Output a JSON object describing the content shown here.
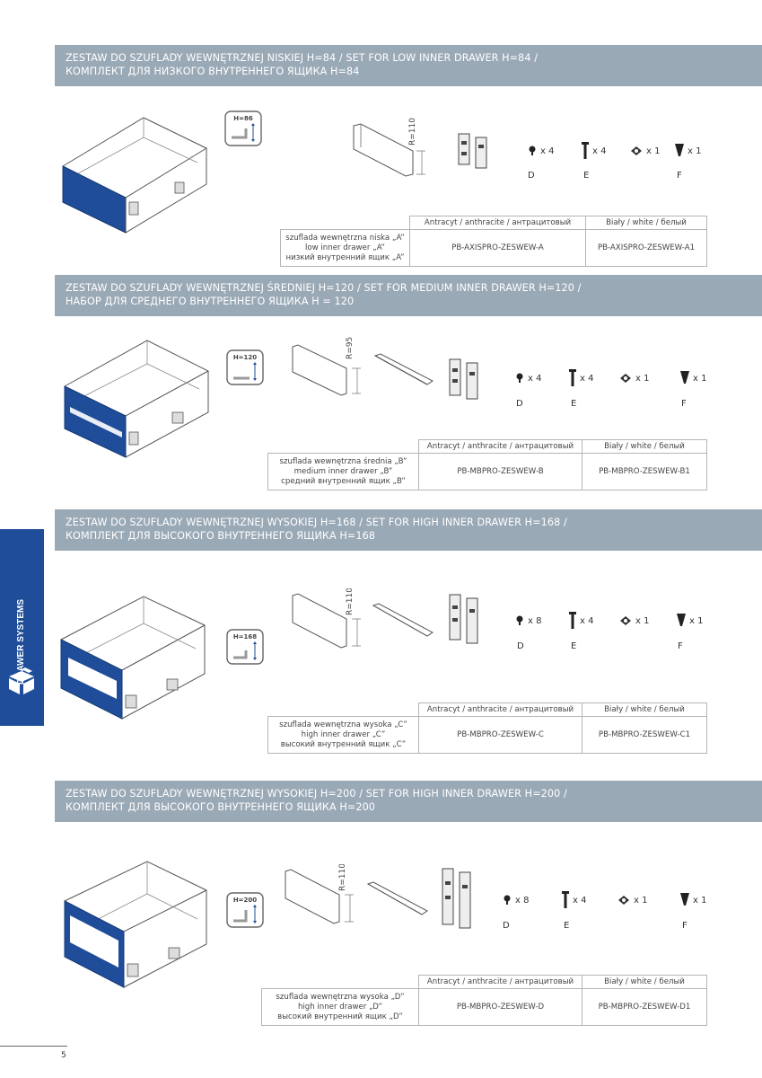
{
  "colors": {
    "header_bg": "#9aa9b6",
    "brand_blue": "#1f4d99",
    "line": "#b5b5b5"
  },
  "side_tab": {
    "label": "DRAWER SYSTEMS",
    "icon": "box-icon"
  },
  "table_headers": {
    "anthracite": "Antracyt / anthracite / антрацитовый",
    "white": "Biały / white / белый"
  },
  "sections": [
    {
      "title_line1": "ZESTAW DO SZUFLADY WEWNĘTRZNEJ NISKIEJ H=84 / SET FOR LOW INNER DRAWER H=84 /",
      "title_line2": "КОМПЛЕКТ ДЛЯ НИЗКОГО ВНУТРЕННЕГО ЯЩИКА H=84",
      "height_badge": "H=86",
      "front_dimension": "R=110",
      "hardware": [
        {
          "letter": "D",
          "qty": "x 4",
          "icon": "cam-screw-icon"
        },
        {
          "letter": "E",
          "qty": "x 4",
          "icon": "screw-icon"
        },
        {
          "letter": "",
          "qty": "x 1",
          "icon": "clip-icon"
        },
        {
          "letter": "F",
          "qty": "x 1",
          "icon": "pin-icon"
        }
      ],
      "desc_line1": "szuflada wewnętrzna niska „A”",
      "desc_line2": "low inner drawer „A”",
      "desc_line3": "низкий внутренний ящик „A”",
      "code_anthracite": "PB-AXISPRO-ZESWEW-A",
      "code_white": "PB-AXISPRO-ZESWEW-A1"
    },
    {
      "title_line1": "ZESTAW DO SZUFLADY WEWNĘTRZNEJ ŚREDNIEJ H=120 / SET FOR MEDIUM INNER DRAWER H=120 /",
      "title_line2": "НАБОР ДЛЯ СРЕДНЕГО ВНУТРЕННЕГО ЯЩИКА H = 120",
      "height_badge": "H=120",
      "front_dimension": "R=95",
      "hardware": [
        {
          "letter": "D",
          "qty": "x 4",
          "icon": "cam-screw-icon"
        },
        {
          "letter": "E",
          "qty": "x 4",
          "icon": "screw-icon"
        },
        {
          "letter": "",
          "qty": "x 1",
          "icon": "clip-icon"
        },
        {
          "letter": "F",
          "qty": "x 1",
          "icon": "pin-icon"
        }
      ],
      "desc_line1": "szuflada wewnętrzna średnia „B”",
      "desc_line2": "medium inner drawer „B”",
      "desc_line3": "средний внутренний ящик „B”",
      "code_anthracite": "PB-MBPRO-ZESWEW-B",
      "code_white": "PB-MBPRO-ZESWEW-B1"
    },
    {
      "title_line1": "ZESTAW DO SZUFLADY WEWNĘTRZNEJ WYSOKIEJ H=168 / SET FOR HIGH INNER DRAWER H=168 /",
      "title_line2": "КОМПЛЕКТ ДЛЯ ВЫСОКОГО ВНУТРЕННЕГО ЯЩИКА H=168",
      "height_badge": "H=168",
      "front_dimension": "R=110",
      "hardware": [
        {
          "letter": "D",
          "qty": "x 8",
          "icon": "cam-screw-icon"
        },
        {
          "letter": "E",
          "qty": "x 4",
          "icon": "screw-icon"
        },
        {
          "letter": "",
          "qty": "x 1",
          "icon": "clip-icon"
        },
        {
          "letter": "F",
          "qty": "x 1",
          "icon": "pin-icon"
        }
      ],
      "desc_line1": "szuflada wewnętrzna wysoka „C”",
      "desc_line2": "high inner drawer „C”",
      "desc_line3": "высокий внутренний ящик „C”",
      "code_anthracite": "PB-MBPRO-ZESWEW-C",
      "code_white": "PB-MBPRO-ZESWEW-C1"
    },
    {
      "title_line1": "ZESTAW DO SZUFLADY WEWNĘTRZNEJ WYSOKIEJ H=200 / SET FOR HIGH INNER DRAWER H=200 /",
      "title_line2": "КОМПЛЕКТ ДЛЯ ВЫСОКОГО ВНУТРЕННЕГО ЯЩИКА H=200",
      "height_badge": "H=200",
      "front_dimension": "R=110",
      "hardware": [
        {
          "letter": "D",
          "qty": "x 8",
          "icon": "cam-screw-icon"
        },
        {
          "letter": "E",
          "qty": "x 4",
          "icon": "screw-icon"
        },
        {
          "letter": "",
          "qty": "x 1",
          "icon": "clip-icon"
        },
        {
          "letter": "F",
          "qty": "x 1",
          "icon": "pin-icon"
        }
      ],
      "desc_line1": "szuflada wewnętrzna wysoka „D”",
      "desc_line2": "high inner drawer „D”",
      "desc_line3": "высокий внутренний ящик „D”",
      "code_anthracite": "PB-MBPRO-ZESWEW-D",
      "code_white": "PB-MBPRO-ZESWEW-D1"
    }
  ],
  "page_number": "5"
}
